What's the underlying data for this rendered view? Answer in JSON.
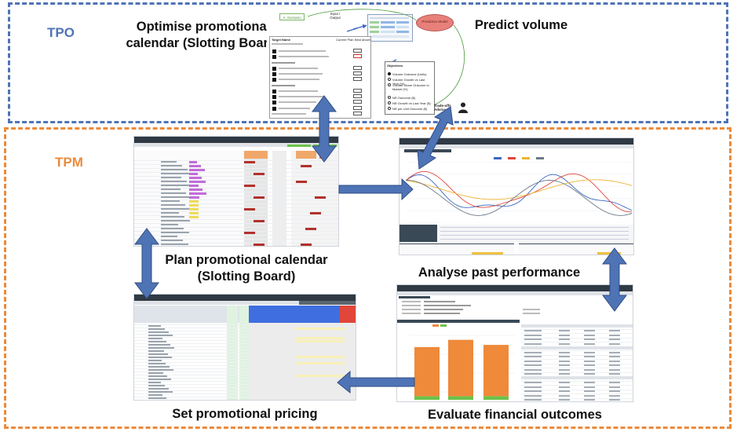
{
  "sections": {
    "tpo": {
      "label": "TPO"
    },
    "tpm": {
      "label": "TPM"
    }
  },
  "captions": {
    "optimise": "Optimise promotional calendar (Slotting Board)",
    "predict": "Predict volume",
    "plan": "Plan promotional calendar (Slotting Board)",
    "analyse": "Analyse past performance",
    "pricing": "Set promotional pricing",
    "evaluate": "Evaluate financial outcomes"
  },
  "optimizer": {
    "scenario_tag": "A: Scenario",
    "input_output": "Input / Output",
    "predictive_model": "Predictive Model",
    "tradeoffs": "Trade-offs Advice",
    "targets_header": "Target Name",
    "current_plan": "Current Plan",
    "best_plan": "Best above",
    "objectives_header": "Objectives",
    "objectives": [
      "Volume Outcome (Units)",
      "Volume Growth vs Last Year (%)",
      "Volume Share Outcome in Market (%)"
    ],
    "objectives_revenue": [
      "NR Outcome ($)",
      "NR Growth vs Last Year ($)",
      "NR per Unit Outcome ($)"
    ]
  },
  "analysis_chart": {
    "series_colors": [
      "#3b67c4",
      "#e0463a",
      "#f0b432",
      "#6b7a88"
    ]
  },
  "financial_chart": {
    "bars": [
      {
        "stack": [
          0.68,
          0.05
        ]
      },
      {
        "stack": [
          0.78,
          0.05
        ]
      },
      {
        "stack": [
          0.71,
          0.05
        ]
      }
    ],
    "colors": {
      "main": "#ee8a3a",
      "base": "#6cc24a"
    }
  }
}
